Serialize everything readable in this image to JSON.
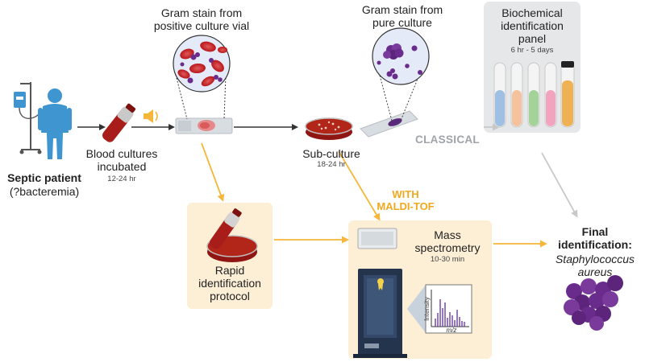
{
  "labels": {
    "septic_patient": "Septic patient",
    "septic_patient_sub": "(?bacteremia)",
    "blood_cultures": "Blood cultures\nincubated",
    "blood_cultures_time": "12-24 hr",
    "gram_stain_vial": "Gram stain from\npositive culture vial",
    "sub_culture": "Sub-culture",
    "sub_culture_time": "18-24 hr",
    "gram_stain_pure": "Gram stain from\npure culture",
    "biochemical": "Biochemical\nidentification\npanel",
    "biochemical_time": "6 hr - 5 days",
    "classical": "CLASSICAL",
    "with_maldi": "WITH\nMALDI-TOF",
    "rapid_protocol": "Rapid\nidentification\nprotocol",
    "mass_spec": "Mass\nspectrometry",
    "mass_spec_time": "10-30 min",
    "final_id": "Final\nidentification:",
    "organism": "Staphylococcus\naureus",
    "spectrum_y": "Intensity",
    "spectrum_x": "m/z"
  },
  "colors": {
    "orange": "#f5b63a",
    "orange_panel": "#fdeed6",
    "grey_panel": "#e6e7e8",
    "patient_blue": "#3e95cf",
    "blood": "#b3221b",
    "purple": "#6a2c8c",
    "instrument": "#24344d"
  },
  "icons": {
    "speaker": "speaker-icon",
    "iv_drip": "iv-drip-icon",
    "patient": "patient-icon"
  }
}
